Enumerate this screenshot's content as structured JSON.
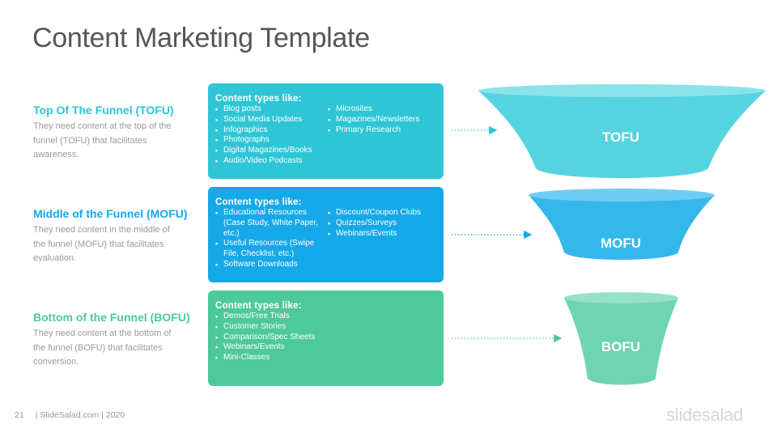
{
  "title": "Content Marketing Template",
  "colors": {
    "tofu": "#2ec6d6",
    "mofu": "#16a9e9",
    "bofu": "#4ec99b"
  },
  "stages": [
    {
      "heading": "Top Of The Funnel (TOFU)",
      "description": [
        "They need content at the top of the",
        "funnel (TOFU) that facilitates",
        "awareness."
      ],
      "box_title": "Content  types like:",
      "col1": [
        "Blog posts",
        "Social Media Updates",
        "Infographics",
        "Photographs",
        "Digital Magazines/Books",
        "Audio/Video Podcasts"
      ],
      "col2": [
        "Microsites",
        "Magazines/Newsletters",
        "Primary Research"
      ],
      "funnel_label": "TOFU"
    },
    {
      "heading": "Middle of the Funnel (MOFU)",
      "description": [
        "They need content  in the middle of",
        "the funnel (MOFU) that facilitates",
        "evaluation."
      ],
      "box_title": "Content  types like:",
      "col1": [
        "Educational Resources (Case Study, White Paper, etc.)",
        "Useful Resources (Swipe File, Checklist, etc.)",
        "Software Downloads"
      ],
      "col2": [
        "Discount/Coupon Clubs",
        "Quizzes/Surveys",
        "Webinars/Events"
      ],
      "funnel_label": "MOFU"
    },
    {
      "heading": "Bottom of the Funnel (BOFU)",
      "description": [
        "They need content at the bottom of",
        "the funnel (BOFU) that facilitates",
        "conversion."
      ],
      "box_title": "Content  types like:",
      "col1": [
        "Demos/Free Trials",
        "Customer Stories",
        "Comparison/Spec Sheets",
        "Webinars/Events",
        "Mini-Classes"
      ],
      "col2": [],
      "funnel_label": "BOFU"
    }
  ],
  "footer": {
    "page_number": "21",
    "text": "| SlideSalad.com | 2020"
  },
  "brand": "slidesalad"
}
